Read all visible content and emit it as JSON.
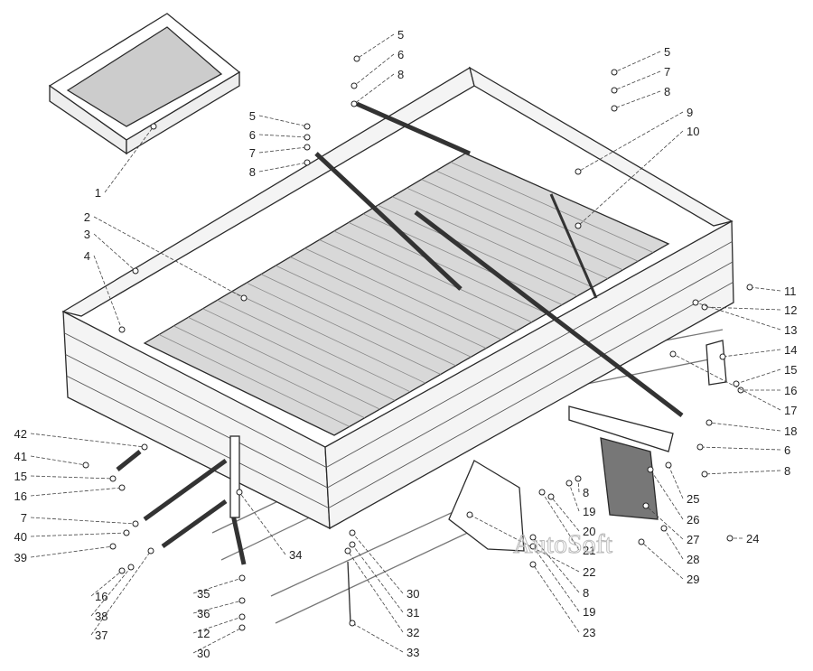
{
  "diagram": {
    "watermark": "AutoSoft",
    "colors": {
      "line": "#2a2a2a",
      "floor": "#d8d8d8",
      "arrow": "#333333"
    },
    "callouts": [
      "5",
      "6",
      "8",
      "5",
      "6",
      "7",
      "8",
      "5",
      "7",
      "8",
      "9",
      "10",
      "1",
      "2",
      "3",
      "4",
      "11",
      "12",
      "13",
      "14",
      "15",
      "16",
      "17",
      "18",
      "6",
      "8",
      "24",
      "25",
      "26",
      "27",
      "28",
      "29",
      "8",
      "19",
      "20",
      "21",
      "22",
      "8",
      "19",
      "23",
      "30",
      "31",
      "32",
      "33",
      "34",
      "42",
      "41",
      "15",
      "16",
      "7",
      "40",
      "39",
      "16",
      "38",
      "37",
      "35",
      "36",
      "12",
      "30"
    ]
  }
}
